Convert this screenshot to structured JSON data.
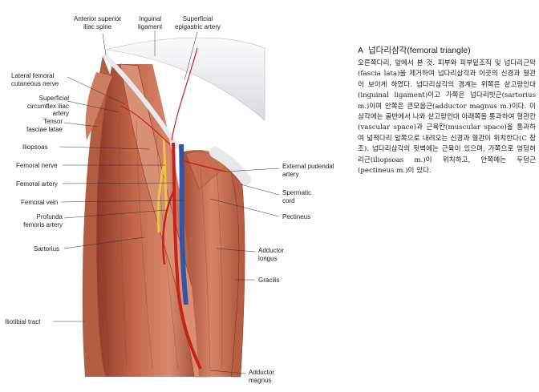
{
  "figure": {
    "labels": {
      "anterior_superior_iliac_spine": "Anterior superior\niliac spine",
      "inguinal_ligament": "Inguinal\nligament",
      "superficial_epigastric_artery": "Superficial\nepigastric artery",
      "lateral_femoral_cutaneous_nerve": "Lateral femoral\ncutaneous nerve",
      "superficial_circumflex_iliac_artery": "Superficial\ncircumflex iliac\nartery",
      "tensor_fasciae_latae": "Tensor\nfasciae latae",
      "iliopsoas": "Iliopsoas",
      "femoral_nerve": "Femoral nerve",
      "femoral_artery": "Femoral artery",
      "femoral_vein": "Femoral vein",
      "profunda_femoris_artery": "Profunda\nfemoris artery",
      "sartorius": "Sartorius",
      "iliotibial_tract": "Iliotibial tract",
      "external_pudendal_artery": "External pudendal\nartery",
      "spermatic_cord": "Spermatic\ncord",
      "pectineus": "Pectineus",
      "adductor_longus": "Adductor\nlongus",
      "gracilis": "Gracilis",
      "adductor_magnus": "Adductor\nmagnus"
    }
  },
  "caption": {
    "letter": "A",
    "title": "넙다리삼각(femoral triangle)",
    "body": "오른쪽다리, 앞에서 본 것. 피부와 피부밑조직 및 넙다리근막(fascia lata)을 제거하여 넙다리삼각과 이곳의 신경과 혈관이 보이게 하였다. 넙다리삼각의 경계는 위쪽은 샅고랑인대(inguinal ligament)이고 가쪽은 넙다리빗근(sartorius m.)이며 안쪽은 큰모음근(adductor magnus m.)이다. 이 삼각에는 골반에서 나와 샅고랑인대 아래쪽을 통과하여 혈관칸(vascular space)과 근육칸(muscular space)을 통과하여 넓적다리 앞쪽으로 내려오는 신경과 혈관이 위치한다(C 참조). 넙다리삼각의 뒷벽에는 근육이 있으며, 가쪽으로 엉덩허리근(iliopsoas m.)이 위치하고, 안쪽에는 두덩근(pectineus m.)이 있다."
  },
  "colors": {
    "muscle": "#c2654a",
    "muscle_dark": "#8e3a28",
    "muscle_light": "#e29a7f",
    "fascia": "#f0f0f2",
    "artery": "#c8221c",
    "vein": "#2f55a8",
    "nerve": "#e8c640"
  }
}
